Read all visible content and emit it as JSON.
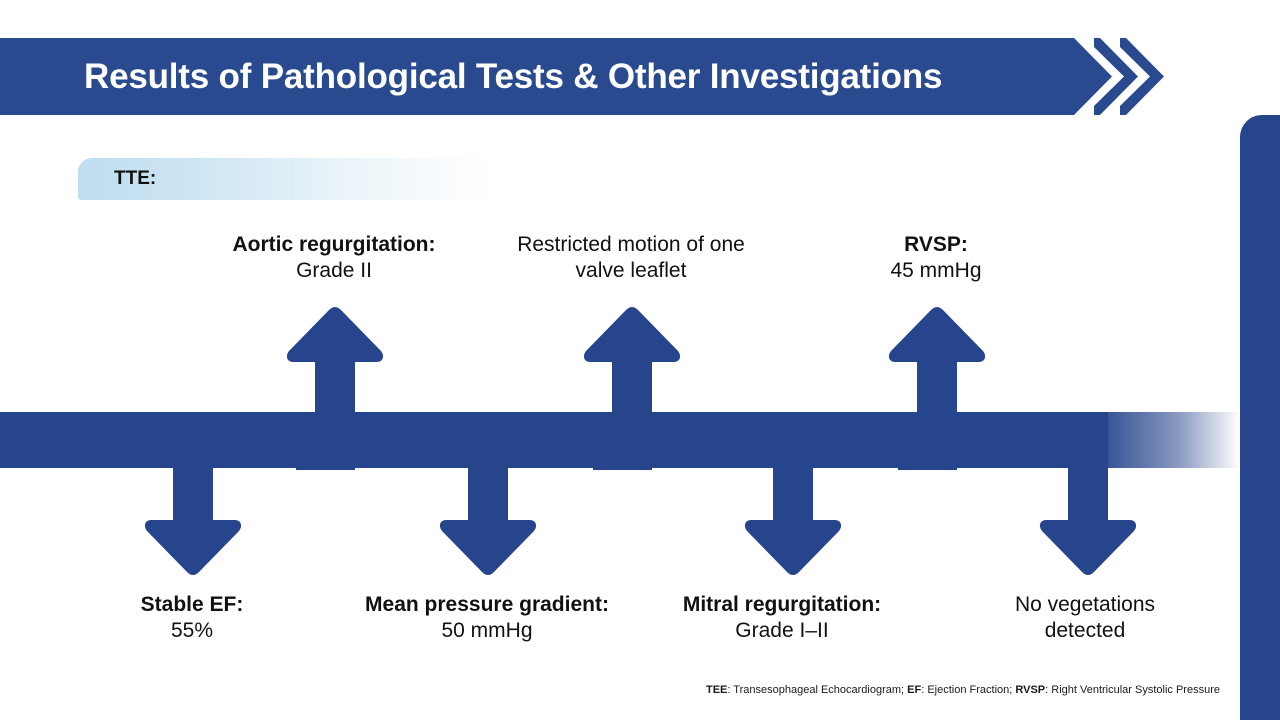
{
  "title": {
    "text": "Results of Pathological Tests & Other Investigations"
  },
  "section": {
    "label": "TTE:"
  },
  "colors": {
    "brand_blue": "#27458c",
    "banner_blue": "#2a4a8f",
    "tte_bar_start": "#bfddef",
    "text_dark": "#111111"
  },
  "top_callouts": [
    {
      "headline": "Aortic regurgitation:",
      "value": "Grade II",
      "bold_headline": true
    },
    {
      "headline": "Restricted motion of one",
      "value": "valve leaflet",
      "bold_headline": false
    },
    {
      "headline": "RVSP:",
      "value": "45 mmHg",
      "bold_headline": true
    }
  ],
  "bottom_callouts": [
    {
      "headline": "Stable EF:",
      "value": "55%",
      "bold_headline": true
    },
    {
      "headline": "Mean pressure gradient:",
      "value": "50 mmHg",
      "bold_headline": true
    },
    {
      "headline": "Mitral regurgitation:",
      "value": "Grade I–II",
      "bold_headline": true
    },
    {
      "headline": "No vegetations",
      "value": "detected",
      "bold_headline": false
    }
  ],
  "footnote": {
    "abbr1": "TEE",
    "def1": ": Transesophageal Echocardiogram; ",
    "abbr2": "EF",
    "def2": ": Ejection Fraction; ",
    "abbr3": "RVSP",
    "def3": ": Right Ventricular Systolic Pressure"
  }
}
